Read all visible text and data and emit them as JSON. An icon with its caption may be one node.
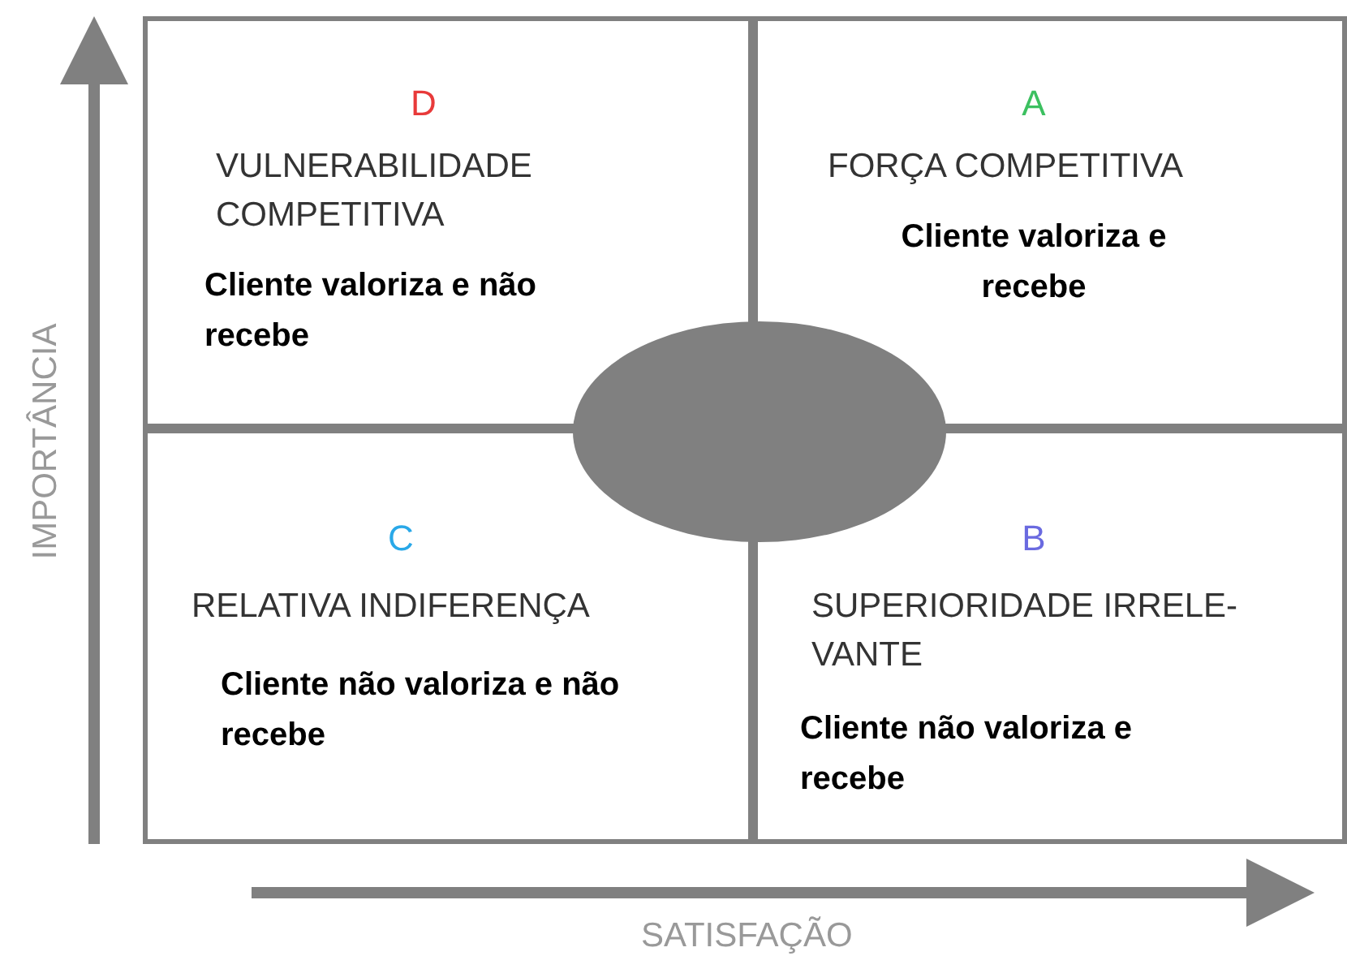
{
  "diagram": {
    "nodes": [
      {
        "text": [
          "D",
          "VULNERABILIDADE COMPETITIVA",
          "Cliente valoriza e não recebe"
        ]
      },
      {
        "text": [
          "A",
          "FORÇA COMPETITIVA",
          "Cliente valoriza e recebe"
        ]
      },
      {
        "text": [
          "C",
          "RELATIVA INDIFERENÇA",
          "Cliente não valoriza e não recebe"
        ]
      },
      {
        "text": [
          "B",
          "SUPERIORIDADE IRRELE-VANTE",
          "Cliente não valoriza e recebe"
        ]
      },
      {
        "text": [],
        "shape": "ellipse"
      }
    ],
    "edges": [],
    "labels": [
      "IMPORTÂNCIA",
      "SATISFAÇÃO"
    ]
  }
}
